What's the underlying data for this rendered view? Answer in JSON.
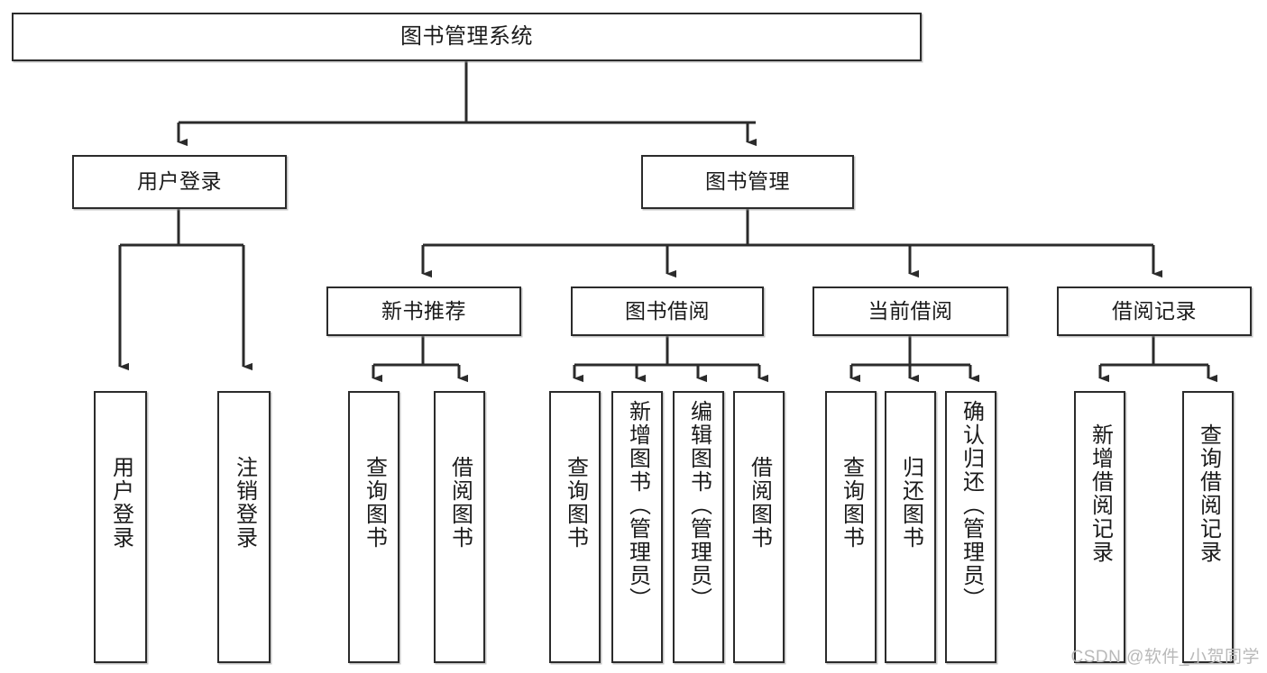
{
  "diagram": {
    "title": "图书管理系统",
    "type": "tree-hierarchy-chart",
    "watermark": "CSDN @软件_小贺同学",
    "colors": {
      "box_stroke": "#2b2b2b",
      "box_fill": "#ffffff",
      "edge": "#2b2b2b",
      "watermark": "#b9b9b9",
      "background": "#ffffff"
    },
    "levels": {
      "root": {
        "label": "图书管理系统"
      },
      "level2": [
        {
          "id": "user-login",
          "label": "用户登录"
        },
        {
          "id": "book-management",
          "label": "图书管理"
        }
      ],
      "level3": [
        {
          "id": "new-book-recommend",
          "label": "新书推荐",
          "parent": "book-management"
        },
        {
          "id": "book-borrow",
          "label": "图书借阅",
          "parent": "book-management"
        },
        {
          "id": "current-borrow",
          "label": "当前借阅",
          "parent": "book-management"
        },
        {
          "id": "borrow-record",
          "label": "借阅记录",
          "parent": "book-management"
        }
      ],
      "leaves": [
        {
          "id": "leaf-user-login",
          "label": "用户登录",
          "parent": "user-login"
        },
        {
          "id": "leaf-logout-login",
          "label": "注销登录",
          "parent": "user-login"
        },
        {
          "id": "leaf-query-book-1",
          "label": "查询图书",
          "parent": "new-book-recommend"
        },
        {
          "id": "leaf-borrow-book-1",
          "label": "借阅图书",
          "parent": "new-book-recommend"
        },
        {
          "id": "leaf-query-book-2",
          "label": "查询图书",
          "parent": "book-borrow"
        },
        {
          "id": "leaf-add-book",
          "label": "新增图书（管理员）",
          "parent": "book-borrow"
        },
        {
          "id": "leaf-edit-book",
          "label": "编辑图书（管理员）",
          "parent": "book-borrow"
        },
        {
          "id": "leaf-borrow-book-2",
          "label": "借阅图书",
          "parent": "book-borrow"
        },
        {
          "id": "leaf-query-book-3",
          "label": "查询图书",
          "parent": "current-borrow"
        },
        {
          "id": "leaf-return-book",
          "label": "归还图书",
          "parent": "current-borrow"
        },
        {
          "id": "leaf-confirm-return",
          "label": "确认归还（管理员）",
          "parent": "current-borrow"
        },
        {
          "id": "leaf-add-record",
          "label": "新增借阅记录",
          "parent": "borrow-record"
        },
        {
          "id": "leaf-query-record",
          "label": "查询借阅记录",
          "parent": "borrow-record"
        }
      ]
    }
  }
}
